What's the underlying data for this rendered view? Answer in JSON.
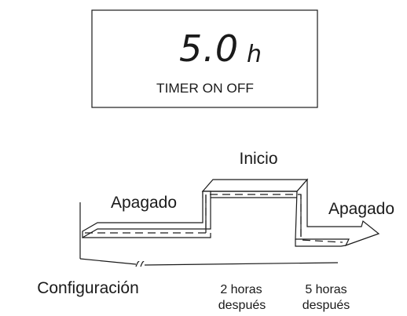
{
  "display": {
    "value": "5.0",
    "unit": "h",
    "caption": "TIMER ON OFF"
  },
  "diagram": {
    "label_on": "Inicio",
    "label_off_before": "Apagado",
    "label_off_after": "Apagado",
    "label_setting": "Configuración",
    "marker_2h_line1": "2 horas",
    "marker_2h_line2": "después",
    "marker_5h_line1": "5 horas",
    "marker_5h_line2": "después"
  }
}
